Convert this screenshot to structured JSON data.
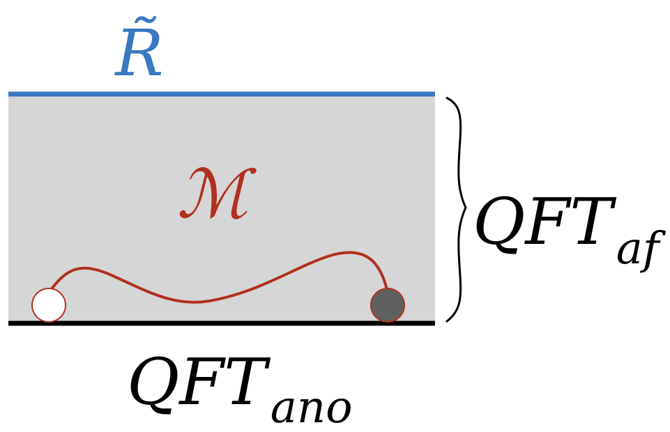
{
  "top_boundary": {
    "label": "R̃",
    "color": "#3a78c2"
  },
  "bulk": {
    "label": "ℳ",
    "fill_color": "#d6d6d6",
    "label_color": "#b0301f"
  },
  "bottom_boundary": {
    "label_main": "QFT",
    "label_sub": "ano",
    "color": "#000000"
  },
  "brace": {
    "label_main": "QFT",
    "label_sub": "af"
  },
  "curve": {
    "color": "#b0301f"
  },
  "endpoints": {
    "left_fill": "#ffffff",
    "right_fill": "#606060",
    "stroke": "#b0301f"
  }
}
